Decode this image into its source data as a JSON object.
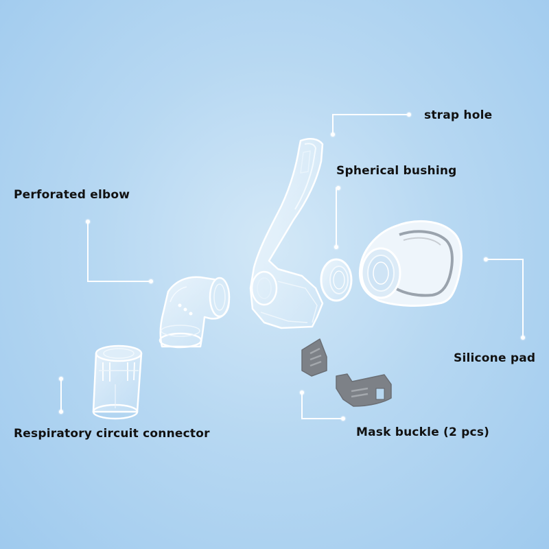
{
  "labels": {
    "strap_hole": "strap hole",
    "spherical_bushing": "Spherical bushing",
    "perforated_elbow": "Perforated elbow",
    "silicone_pad": "Silicone pad",
    "respiratory_circuit_connector": "Respiratory circuit connector",
    "mask_buckle": "Mask buckle (2 pcs)"
  },
  "colors": {
    "background": "#b7d8f2",
    "callout_line": "#ffffff",
    "label_text": "#111111",
    "buckle_gray": "#7d8187"
  }
}
